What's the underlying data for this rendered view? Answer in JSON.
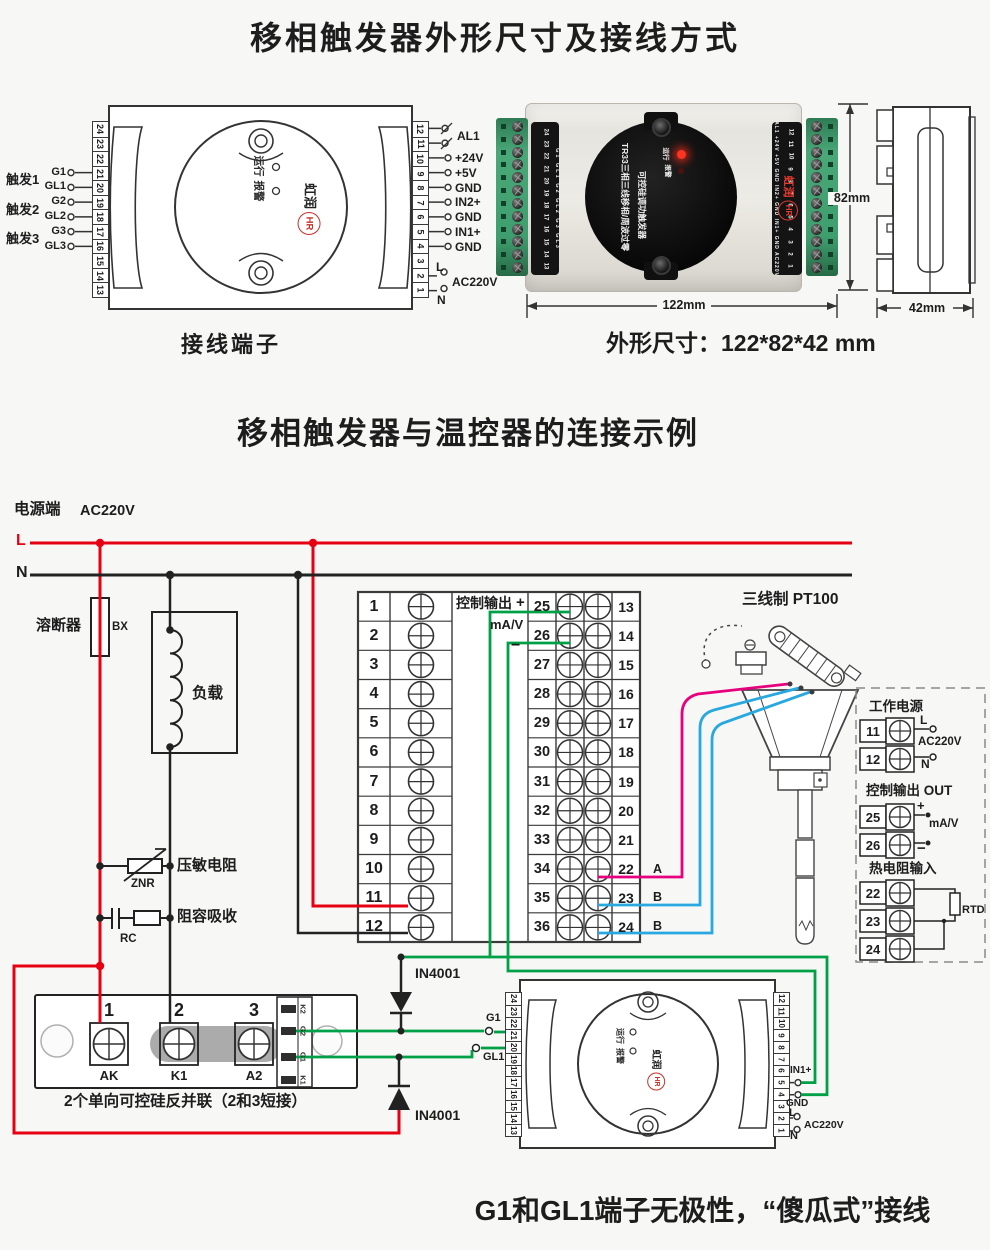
{
  "title1": "移相触发器外形尺寸及接线方式",
  "title2": "移相触发器与温控器的连接示例",
  "footer": "G1和GL1端子无极性，“傻瓜式”接线",
  "caption_terminals": "接线端子",
  "caption_dims": "外形尺寸：122*82*42 mm",
  "d1": {
    "left_nums": [
      "24",
      "23",
      "22",
      "21",
      "20",
      "19",
      "18",
      "17",
      "16",
      "15",
      "14",
      "13"
    ],
    "right_nums": [
      "12",
      "11",
      "10",
      "9",
      "8",
      "7",
      "6",
      "5",
      "4",
      "3",
      "2",
      "1"
    ],
    "groups": [
      {
        "g": "触发1",
        "a": "G1",
        "b": "GL1"
      },
      {
        "g": "触发2",
        "a": "G2",
        "b": "GL2"
      },
      {
        "g": "触发3",
        "a": "G3",
        "b": "GL3"
      }
    ],
    "r_al1": "AL1",
    "r_24v": "+24V",
    "r_5v": "+5V",
    "r_gnd1": "GND",
    "r_in2": "IN2+",
    "r_gnd2": "GND",
    "r_in1": "IN1+",
    "r_gnd3": "GND",
    "r_l": "L",
    "r_ac": "AC220V",
    "r_n": "N",
    "run": "运行",
    "alarm": "报警",
    "brand": "虹润",
    "hr": "HR"
  },
  "photo": {
    "left_nums": [
      "24",
      "23",
      "22",
      "21",
      "20",
      "19",
      "18",
      "17",
      "16",
      "15",
      "14",
      "13"
    ],
    "right_nums": [
      "12",
      "11",
      "10",
      "9",
      "8",
      "7",
      "6",
      "5",
      "4",
      "3",
      "2",
      "1"
    ],
    "left_tags": "G1 GL1 G2 GL2 G3 GL3",
    "right_tags": "AL1 +24V +5V GND IN2+ GND IN1+ GND AC220V",
    "line1": "TR33三相三线移相/周波过零",
    "line2": "可控硅调功触发器",
    "run": "运行",
    "alarm": "报警",
    "brand": "虹润",
    "hr": "HR",
    "dim_w": "122mm",
    "dim_h": "82mm"
  },
  "side": {
    "dim": "42mm"
  },
  "c": {
    "src": "电源端",
    "ac": "AC220V",
    "l": "L",
    "n": "N",
    "fuse": "溶断器",
    "bx": "BX",
    "load": "负载",
    "znr_t": "压敏电阻",
    "znr": "ZNR",
    "rc_t": "阻容吸收",
    "rc": "RC",
    "col_l": [
      "1",
      "2",
      "3",
      "4",
      "5",
      "6",
      "7",
      "8",
      "9",
      "10",
      "11",
      "12"
    ],
    "col_m": [
      "25",
      "26",
      "27",
      "28",
      "29",
      "30",
      "31",
      "32",
      "33",
      "34",
      "35",
      "36"
    ],
    "col_r": [
      "13",
      "14",
      "15",
      "16",
      "17",
      "18",
      "19",
      "20",
      "21",
      "22",
      "23",
      "24"
    ],
    "out": "控制输出",
    "plus": "+",
    "mav": "mA/V",
    "minus": "−",
    "pt": "三线制 PT100",
    "wa": "A",
    "wb1": "B",
    "wb2": "B",
    "p_power": "工作电源",
    "p11": "11",
    "p12": "12",
    "p_l": "L",
    "p_ac": "AC220V",
    "p_n": "N",
    "p_out": "控制输出 OUT",
    "p25": "25",
    "p26": "26",
    "p_plus": "+",
    "p_mav": "mA/V",
    "p_minus": "−",
    "p_rtd": "热电阻输入",
    "p22": "22",
    "p23": "23",
    "p24": "24",
    "rtd": "RTD",
    "s1": "1",
    "s2": "2",
    "s3": "3",
    "ak": "AK",
    "k1": "K1",
    "a2": "A2",
    "gk2": "K2",
    "gg2": "G2",
    "gg1": "G1",
    "gk1": "K1",
    "scr_cap": "2个单向可控硅反并联（2和3短接）",
    "diode1": "IN4001",
    "diode2": "IN4001",
    "wg1": "G1",
    "wgl1": "GL1",
    "t2_left": [
      "24",
      "23",
      "22",
      "21",
      "20",
      "19",
      "18",
      "17",
      "16",
      "15",
      "14",
      "13"
    ],
    "t2_right": [
      "12",
      "11",
      "10",
      "9",
      "8",
      "7",
      "6",
      "5",
      "4",
      "3",
      "2",
      "1"
    ],
    "t2_in1": "IN1+",
    "t2_gnd": "GND",
    "t2_l": "L",
    "t2_ac": "AC220V",
    "t2_n": "N",
    "t2_run": "运行",
    "t2_alarm": "报警",
    "t2_brand": "虹润",
    "t2_hr": "HR"
  }
}
